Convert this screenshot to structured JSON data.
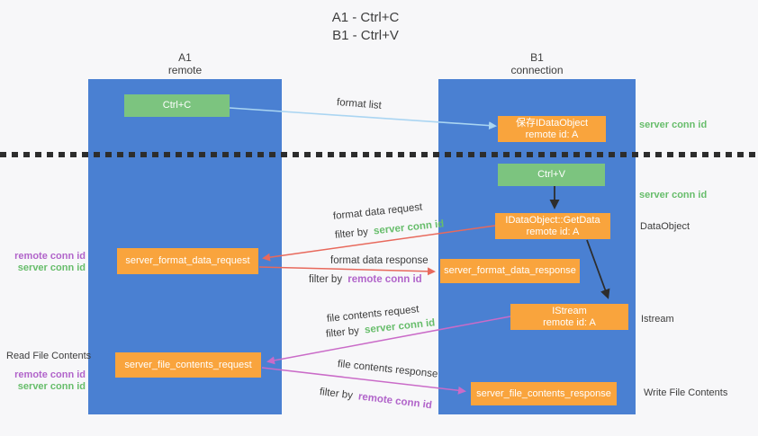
{
  "title": {
    "line1": "A1 - Ctrl+C",
    "line2": "B1 - Ctrl+V"
  },
  "lanes": {
    "a1": {
      "name": "A1",
      "role": "remote"
    },
    "b1": {
      "name": "B1",
      "role": "connection"
    }
  },
  "nodes": {
    "ctrl_c": {
      "label": "Ctrl+C"
    },
    "save_idataobject": {
      "line1": "保存IDataObject",
      "line2": "remote id: A"
    },
    "ctrl_v": {
      "label": "Ctrl+V"
    },
    "getdata": {
      "line1": "IDataObject::GetData",
      "line2": "remote id: A"
    },
    "format_request": {
      "label": "server_format_data_request"
    },
    "format_response": {
      "label": "server_format_data_response"
    },
    "istream": {
      "line1": "IStream",
      "line2": "remote id: A"
    },
    "file_request": {
      "label": "server_file_contents_request"
    },
    "file_response": {
      "label": "server_file_contents_response"
    }
  },
  "edges": {
    "format_list": {
      "label": "format list"
    },
    "format_data_request": {
      "label": "format data request",
      "filter_prefix": "filter by",
      "filter_value": "server conn id"
    },
    "format_data_response": {
      "label": "format data response",
      "filter_prefix": "filter by",
      "filter_value": "remote conn id"
    },
    "file_contents_request": {
      "label": "file contents request",
      "filter_prefix": "filter by",
      "filter_value": "server conn id"
    },
    "file_contents_response": {
      "label": "file contents response",
      "filter_prefix": "filter by",
      "filter_value": "remote conn id"
    }
  },
  "annotations": {
    "right_server_conn_id_top": "server conn id",
    "right_server_conn_id_mid": "server conn id",
    "right_dataobject": "DataObject",
    "right_istream": "Istream",
    "right_write_file_contents": "Write File Contents",
    "left_remote_conn_id_top": "remote conn id",
    "left_server_conn_id_top": "server conn id",
    "left_read_file_contents": "Read File Contents",
    "left_remote_conn_id_bottom": "remote conn id",
    "left_server_conn_id_bottom": "server conn id"
  },
  "colors": {
    "lane_blue": "#4a80d2",
    "node_green": "#7cc47f",
    "node_orange": "#f9a43d",
    "arrow_blue": "#aad5f2",
    "arrow_red": "#e8695c",
    "arrow_magenta": "#ca6bc8",
    "arrow_black": "#2d2d2d",
    "text_green": "#67bd6b",
    "text_purple": "#b164ca",
    "text_dark": "#3d3d3d"
  }
}
